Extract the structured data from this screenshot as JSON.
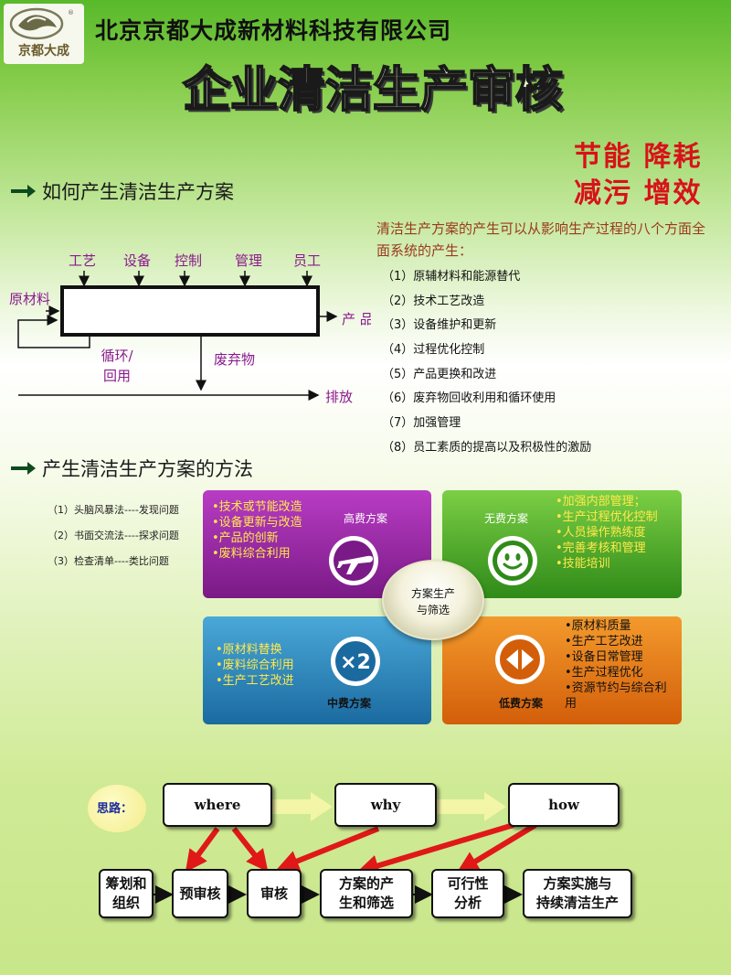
{
  "header": {
    "logo_text": "京都大成",
    "logo_mark": "®",
    "company": "北京京都大成新材料科技有限公司",
    "title": "企业清洁生产审核",
    "slogan_line1": "节能 降耗",
    "slogan_line2": "减污 增效"
  },
  "section1": {
    "heading": "如何产生清洁生产方案",
    "diagram": {
      "inputs_top": [
        "工艺",
        "设备",
        "控制",
        "管理",
        "员工"
      ],
      "raw_material": "原材料",
      "product": "产 品",
      "recycle": [
        "循环/",
        "回用"
      ],
      "waste": "废弃物",
      "discharge": "排放"
    },
    "intro": "清洁生产方案的产生可以从影响生产过程的八个方面全面系统的产生：",
    "factors": [
      "（1）原辅材料和能源替代",
      "（2）技术工艺改造",
      "（3）设备维护和更新",
      "（4）过程优化控制",
      "（5）产品更换和改进",
      "（6）废弃物回收利用和循环使用",
      "（7）加强管理",
      "（8）员工素质的提高以及积极性的激励"
    ]
  },
  "section2": {
    "heading": "产生清洁生产方案的方法",
    "methods": [
      "（1）头脑风暴法----发现问题",
      "（2）书面交流法----探求问题",
      "（3）检查清单----类比问题"
    ],
    "hub": [
      "方案生产",
      "与筛选"
    ],
    "quadrants": {
      "high": {
        "title": "高费方案",
        "items": [
          "•技术或节能改造",
          "•设备更新与改造",
          "•产品的创新",
          "•废料综合利用"
        ],
        "icon": "airplane-icon"
      },
      "none": {
        "title": "无费方案",
        "items": [
          "•加强内部管理；",
          "•生产过程优化控制",
          "•人员操作熟练度",
          "•完善考核和管理",
          "•技能培训"
        ],
        "icon": "smiley-icon"
      },
      "medium": {
        "title": "中费方案",
        "items": [
          "•原材料替换",
          "•废料综合利用",
          "•生产工艺改进"
        ],
        "icon": "x2-icon"
      },
      "low": {
        "title": "低费方案",
        "items": [
          "•原材料质量",
          "•生产工艺改进",
          "•设备日常管理",
          "•生产过程优化",
          "•资源节约与综合利",
          "用"
        ],
        "icon": "arrows-icon"
      }
    }
  },
  "flow": {
    "label": "思路：",
    "questions": [
      "where",
      "why",
      "how"
    ],
    "steps": [
      [
        "筹划和",
        "组织"
      ],
      [
        "预审核"
      ],
      [
        "审核"
      ],
      [
        "方案的产",
        "生和筛选"
      ],
      [
        "可行性",
        "分析"
      ],
      [
        "方案实施与",
        "持续清洁生产"
      ]
    ]
  },
  "colors": {
    "title_red": "#d8121a",
    "purple_text": "#8a1a8c",
    "arrow_red": "#e01818",
    "panel_purple": "#8e2498",
    "panel_green": "#43a020",
    "panel_blue": "#2a80b8",
    "panel_orange": "#e8741a"
  }
}
